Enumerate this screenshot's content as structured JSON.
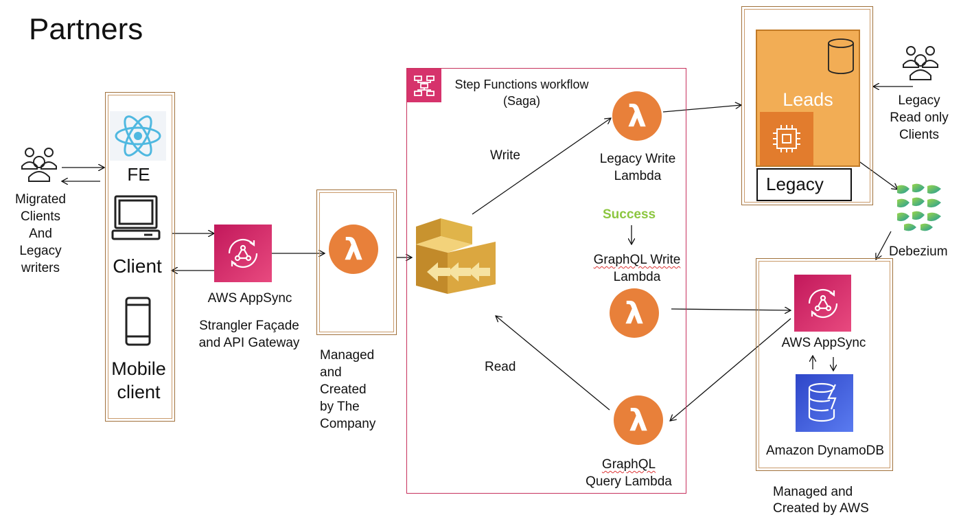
{
  "title": "Partners",
  "actors": {
    "migrated": [
      "Migrated",
      "Clients",
      "And",
      "Legacy",
      "writers"
    ],
    "legacy_readers": [
      "Legacy",
      "Read only",
      "Clients"
    ]
  },
  "client_panel": {
    "fe": "FE",
    "client": "Client",
    "mobile": [
      "Mobile",
      "client"
    ]
  },
  "appsync_front": {
    "label": "AWS AppSync",
    "caption": [
      "Strangler Façade",
      "and API Gateway"
    ]
  },
  "managed_company": [
    "Managed",
    "and",
    "Created",
    "by The",
    "Company"
  ],
  "stepfunctions": {
    "title": [
      "Step Functions workflow",
      "(Saga)"
    ],
    "write_label": "Write",
    "read_label": "Read",
    "success_label": "Success",
    "legacy_write": [
      "Legacy Write",
      "Lambda"
    ],
    "graphql_write": [
      "GraphQL Write",
      "Lambda"
    ],
    "graphql_query": [
      "GraphQL",
      "Query Lambda"
    ]
  },
  "legacy_system": {
    "leads": "Leads",
    "legacy": "Legacy"
  },
  "debezium": "Debezium",
  "aws_side": {
    "appsync_label": "AWS AppSync",
    "dynamo_label": "Amazon DynamoDB",
    "caption": [
      "Managed and",
      "Created by AWS"
    ]
  },
  "colors": {
    "frame": "#a0703a",
    "stepfn_border": "#c7305c",
    "appsync_pink": "#d6336c",
    "lambda_orange": "#e8803a",
    "leads_orange": "#f2ad55",
    "success_green": "#8cc63f",
    "dynamo_blue": "#3b59d6",
    "react_blue": "#4fb8e0"
  },
  "icons": [
    "users-icon",
    "react-icon",
    "laptop-icon",
    "mobile-icon",
    "appsync-icon",
    "lambda-icon",
    "stepfunctions-icon",
    "stepfunctions-cube-icon",
    "database-icon",
    "ec2-chip-icon",
    "debezium-icon",
    "dynamodb-icon"
  ]
}
